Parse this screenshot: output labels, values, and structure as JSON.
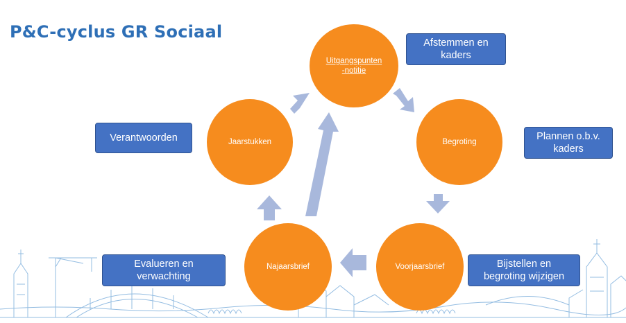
{
  "title": "P&C-cyclus GR Sociaal",
  "colors": {
    "circle": "#f68c1e",
    "box": "#4472c4",
    "arrow": "#a8b8dc",
    "title": "#2e6fb6"
  },
  "stages": {
    "uitgangspunten": {
      "line1": "Uitgangspunten",
      "line2": "-notitie"
    },
    "begroting": "Begroting",
    "voorjaarsbrief": "Voorjaarsbrief",
    "najaarsbrief": "Najaarsbrief",
    "jaarstukken": "Jaarstukken"
  },
  "actions": {
    "afstemmen": "Afstemmen en\nkaders",
    "plannen": "Plannen o.b.v.\nkaders",
    "bijstellen": "Bijstellen en\nbegroting wijzigen",
    "evalueren": "Evalueren en\nverwachting",
    "verantwoorden": "Verantwoorden"
  }
}
